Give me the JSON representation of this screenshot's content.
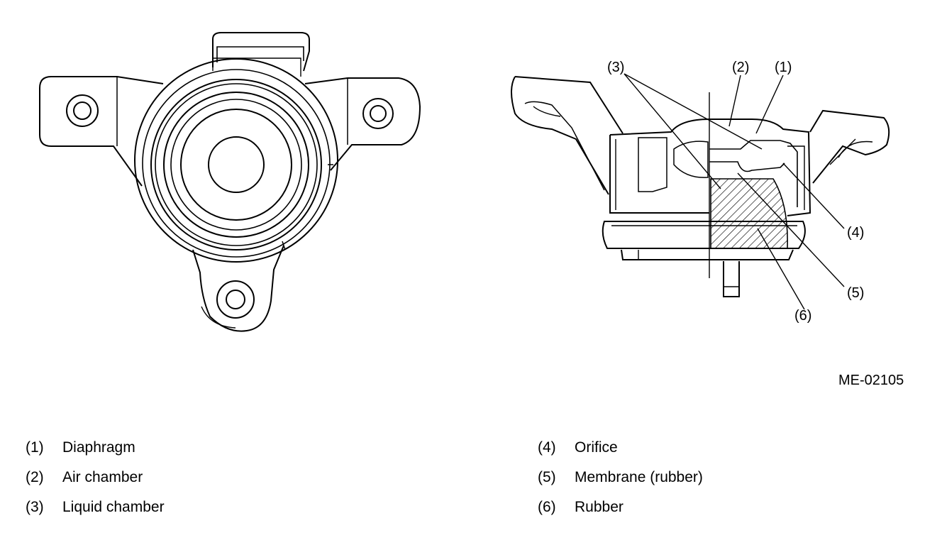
{
  "figure_code": "ME-02105",
  "callouts": [
    "(1)",
    "(2)",
    "(3)",
    "(4)",
    "(5)",
    "(6)"
  ],
  "legend": {
    "left": [
      {
        "num": "(1)",
        "text": "Diaphragm"
      },
      {
        "num": "(2)",
        "text": "Air chamber"
      },
      {
        "num": "(3)",
        "text": "Liquid chamber"
      }
    ],
    "right": [
      {
        "num": "(4)",
        "text": "Orifice"
      },
      {
        "num": "(5)",
        "text": "Membrane (rubber)"
      },
      {
        "num": "(6)",
        "text": "Rubber"
      }
    ]
  }
}
